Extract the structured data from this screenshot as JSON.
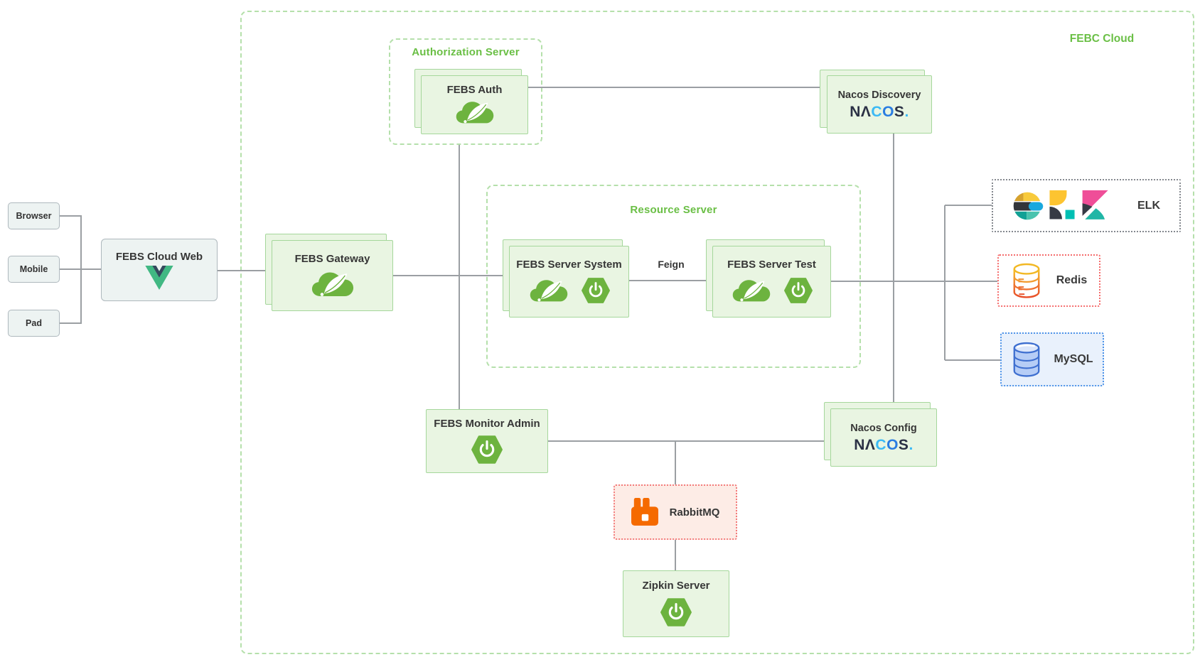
{
  "diagram_title": "FEBC Cloud",
  "clients": {
    "browser": "Browser",
    "mobile": "Mobile",
    "pad": "Pad"
  },
  "web": {
    "title": "FEBS Cloud Web"
  },
  "gateway": {
    "title": "FEBS Gateway"
  },
  "auth_group": {
    "title": "Authorization Server",
    "service_title": "FEBS Auth"
  },
  "resource_group": {
    "title": "Resource Server",
    "system_title": "FEBS Server System",
    "test_title": "FEBS Server Test",
    "link_label": "Feign"
  },
  "nacos_discovery": {
    "title": "Nacos Discovery"
  },
  "nacos_config": {
    "title": "Nacos Config"
  },
  "monitor": {
    "title": "FEBS Monitor Admin"
  },
  "rabbitmq": {
    "title": "RabbitMQ"
  },
  "zipkin": {
    "title": "Zipkin Server"
  },
  "elk": {
    "title": "ELK"
  },
  "redis": {
    "title": "Redis"
  },
  "mysql": {
    "title": "MySQL"
  },
  "nacos_logo": {
    "segments": [
      {
        "text": "N",
        "color": "#2b3145"
      },
      {
        "text": "Λ",
        "color": "#2b3145"
      },
      {
        "text": "C",
        "color": "#3bb9f5"
      },
      {
        "text": "O",
        "color": "#2a7de1"
      },
      {
        "text": "S",
        "color": "#2b3145"
      },
      {
        "text": ".",
        "color": "#3bb9f5"
      }
    ]
  },
  "colors": {
    "group_title_green": "#6abf45",
    "node_green_bg": "#e9f5e2",
    "node_green_border": "#a5d79b",
    "spring_green": "#6db33f",
    "line_gray": "#9b9fa3",
    "rabbit_orange": "#f56a00",
    "redis_border": "#f56c6c",
    "mysql_border": "#4f94e8",
    "vue_green": "#41b883",
    "vue_navy": "#35495e"
  }
}
